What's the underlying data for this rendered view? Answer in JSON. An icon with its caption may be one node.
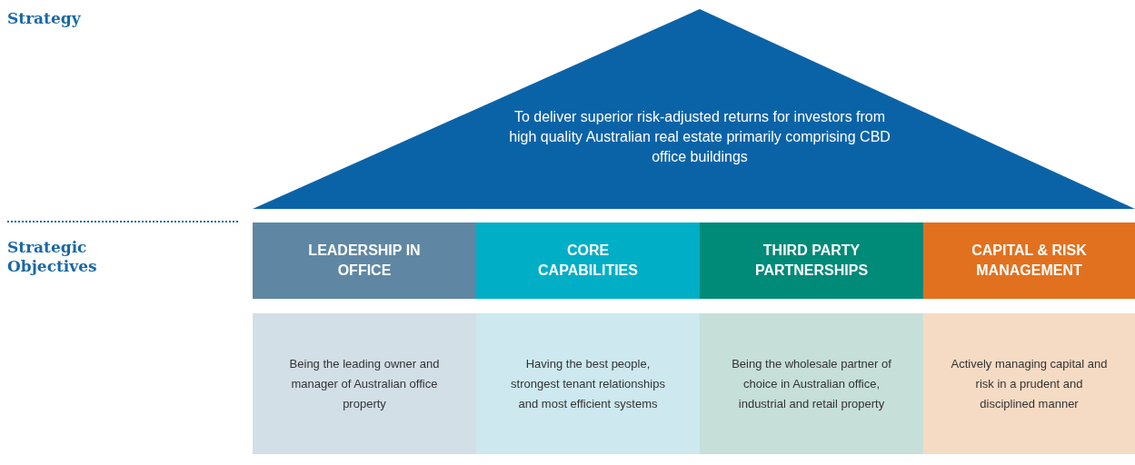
{
  "diagram": {
    "nodes": [
      {
        "text": [
          "To deliver superior risk-adjusted returns for investors from high quality Australian real estate primarily comprising CBD office buildings"
        ]
      },
      {
        "text": [
          "LEADERSHIP IN OFFICE"
        ]
      },
      {
        "text": [
          "CORE CAPABILITIES"
        ]
      },
      {
        "text": [
          "THIRD PARTY PARTNERSHIPS"
        ]
      },
      {
        "text": [
          "CAPITAL & RISK MANAGEMENT"
        ]
      },
      {
        "text": [
          "Being the leading owner and manager of Australian office property"
        ]
      },
      {
        "text": [
          "Having the best people, strongest tenant relationships and most efficient systems"
        ]
      },
      {
        "text": [
          "Being the wholesale partner of choice in Australian office, industrial and retail property"
        ]
      },
      {
        "text": [
          "Actively managing capital and risk in a prudent and disciplined manner"
        ]
      }
    ],
    "labels": [
      "Strategy",
      "Strategic Objectives"
    ]
  }
}
